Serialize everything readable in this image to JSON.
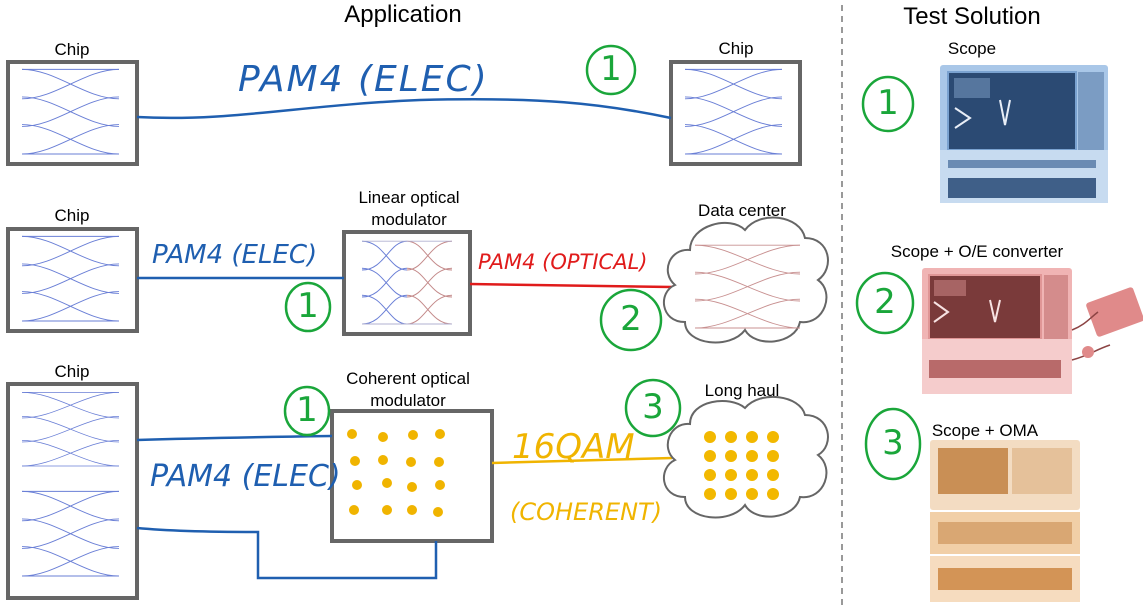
{
  "headers": {
    "application": "Application",
    "test_solution": "Test Solution"
  },
  "labels": {
    "chip_1": "Chip",
    "chip_2": "Chip",
    "chip_3": "Chip",
    "chip_4": "Chip",
    "linear_mod_line1": "Linear optical",
    "linear_mod_line2": "modulator",
    "coherent_mod_line1": "Coherent optical",
    "coherent_mod_line2": "modulator",
    "data_center": "Data center",
    "long_haul": "Long haul"
  },
  "handwriting": {
    "pam4_elec_1": "PAM4 (ELEC)",
    "pam4_elec_2": "PAM4 (ELEC)",
    "pam4_optical": "PAM4 (OPTICAL)",
    "pam4_elec_3": "PAM4 (ELEC)",
    "qam_line1": "16QAM",
    "qam_line2": "(COHERENT)"
  },
  "numbers": {
    "n1_top": "1",
    "n1_mid": "1",
    "n2_mid": "2",
    "n1_bot": "1",
    "n3_bot": "3",
    "ts_n1": "1",
    "ts_n2": "2",
    "ts_n3": "3"
  },
  "test_solutions": {
    "scope": "Scope",
    "scope_oe": "Scope + O/E converter",
    "scope_oma": "Scope + OMA"
  },
  "colors": {
    "elec_blue": "#1f5fb0",
    "optical_red": "#e01b1b",
    "coherent_yellow": "#f0b400",
    "annotation_green": "#1aa63a"
  }
}
